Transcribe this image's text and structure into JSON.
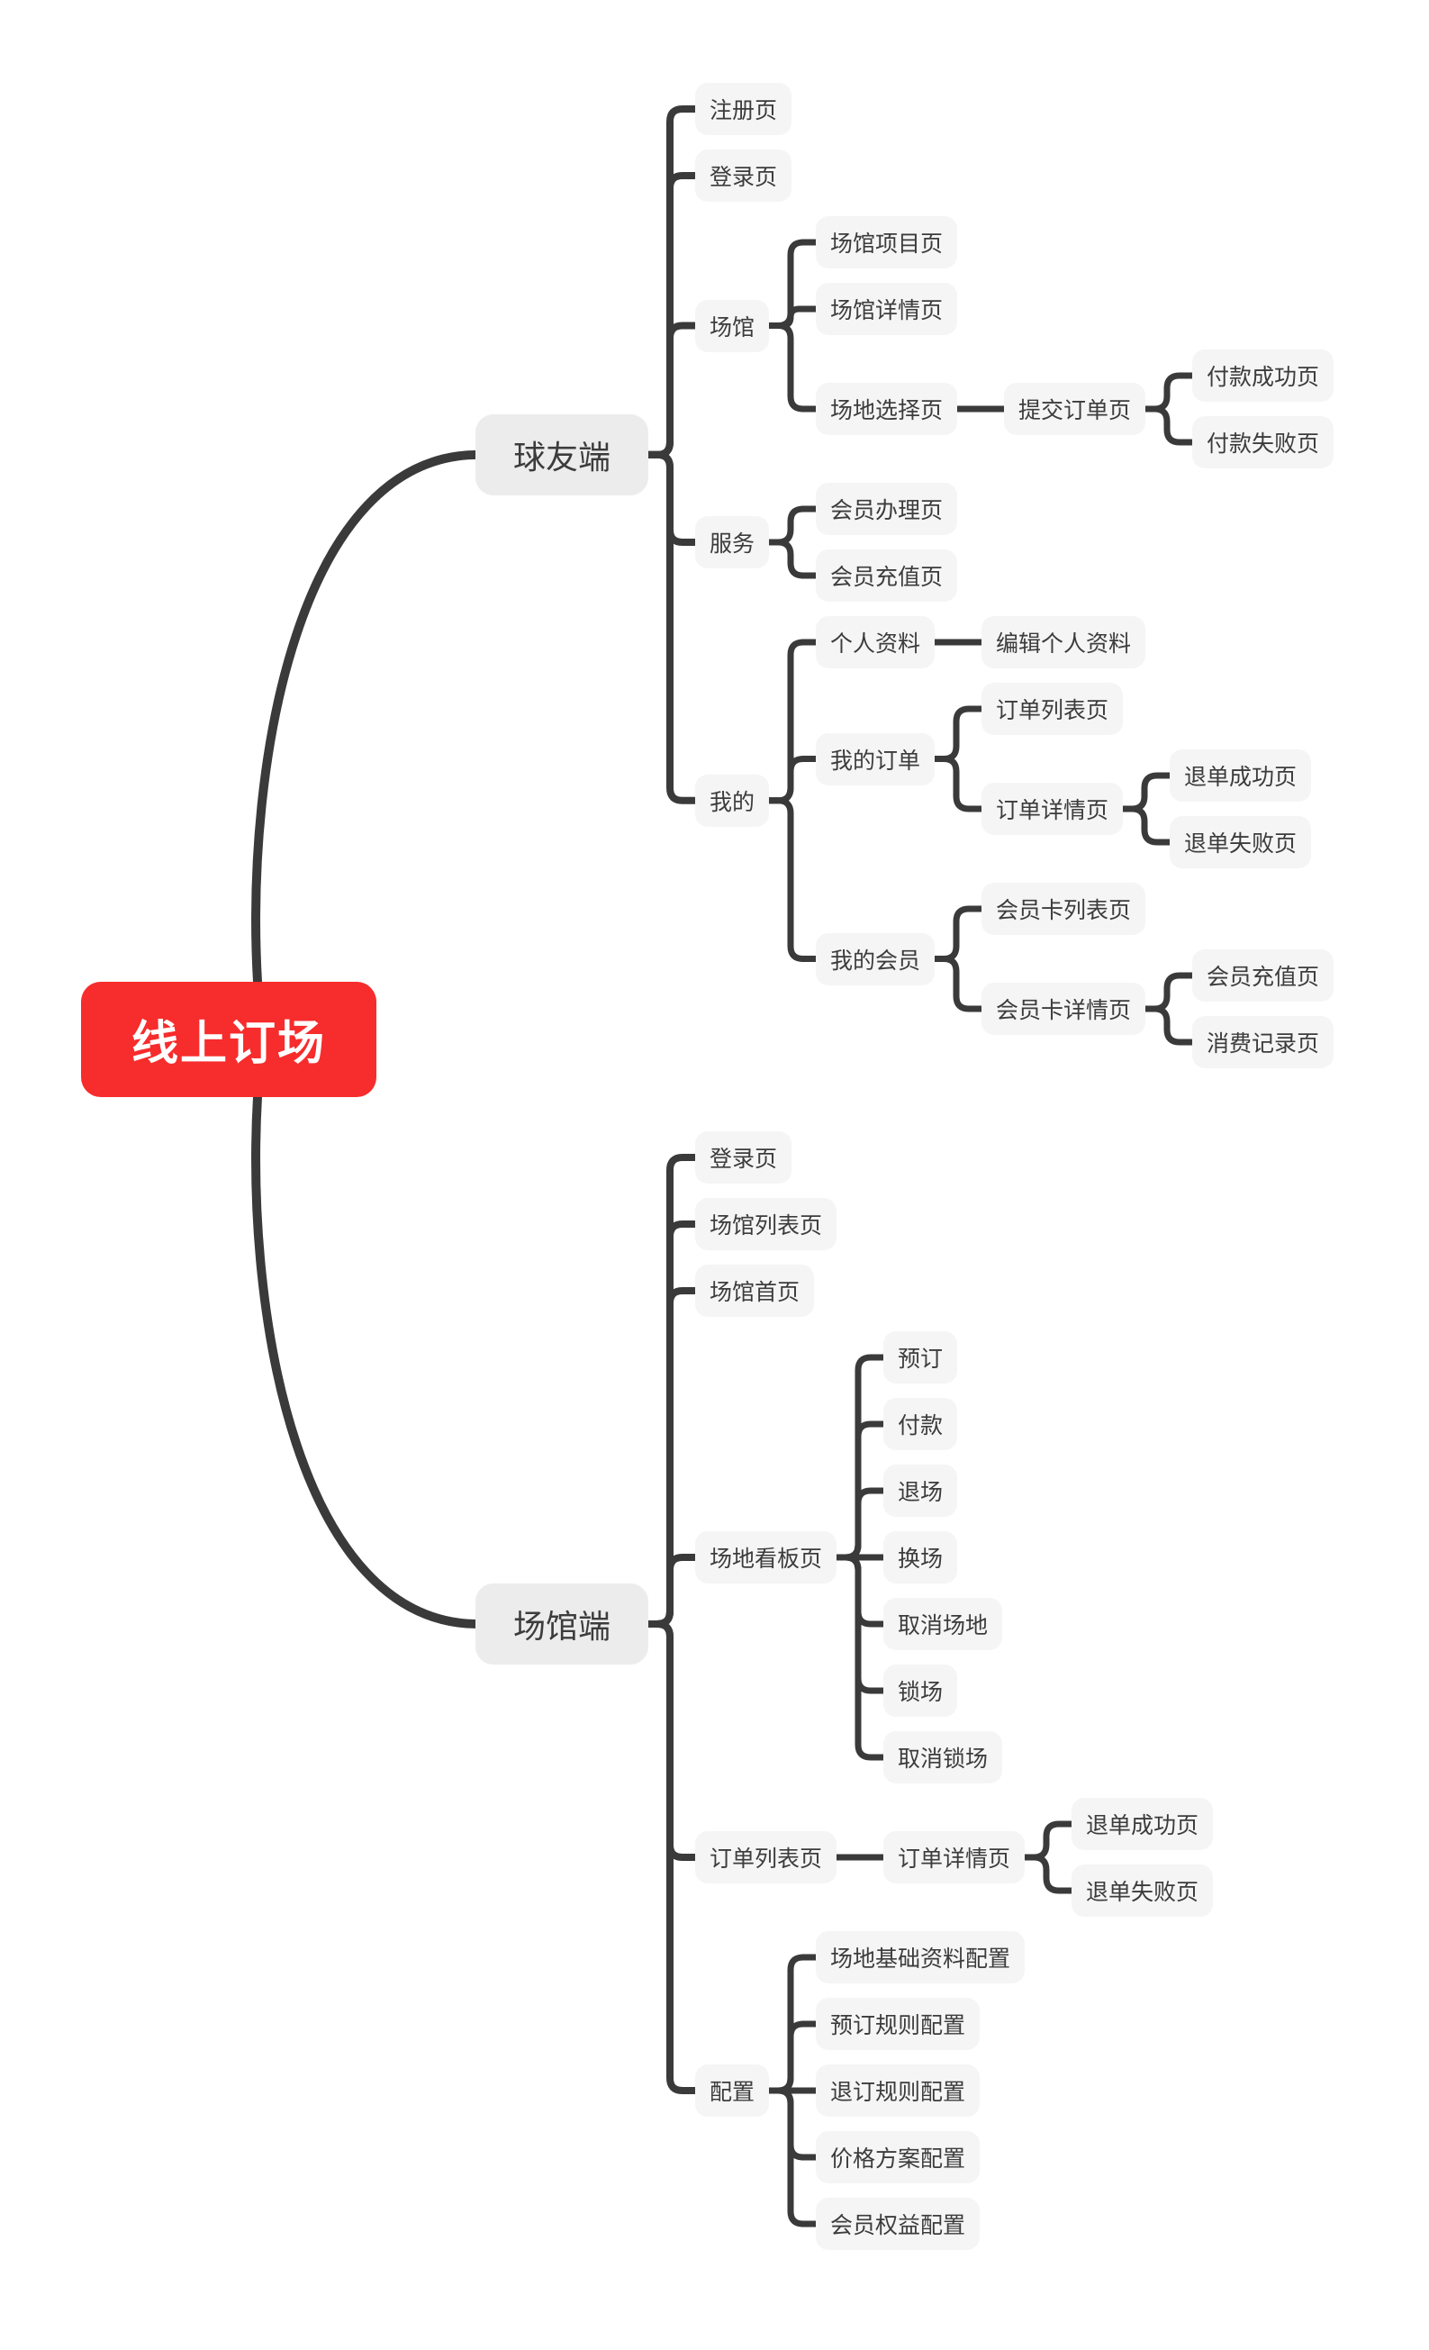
{
  "colors": {
    "root_bg": "#f72c2c",
    "root_text": "#ffffff",
    "branch_bg": "#ececec",
    "node_bg": "#f5f5f6",
    "node_text": "#3c3c3c",
    "line": "#3a3a3a"
  },
  "mindmap": {
    "root": {
      "label": "线上订场",
      "children": [
        {
          "label": "球友端",
          "children": [
            {
              "label": "注册页"
            },
            {
              "label": "登录页"
            },
            {
              "label": "场馆",
              "children": [
                {
                  "label": "场馆项目页"
                },
                {
                  "label": "场馆详情页"
                },
                {
                  "label": "场地选择页",
                  "children": [
                    {
                      "label": "提交订单页",
                      "children": [
                        {
                          "label": "付款成功页"
                        },
                        {
                          "label": "付款失败页"
                        }
                      ]
                    }
                  ]
                }
              ]
            },
            {
              "label": "服务",
              "children": [
                {
                  "label": "会员办理页"
                },
                {
                  "label": "会员充值页"
                }
              ]
            },
            {
              "label": "我的",
              "children": [
                {
                  "label": "个人资料",
                  "children": [
                    {
                      "label": "编辑个人资料"
                    }
                  ]
                },
                {
                  "label": "我的订单",
                  "children": [
                    {
                      "label": "订单列表页"
                    },
                    {
                      "label": "订单详情页",
                      "children": [
                        {
                          "label": "退单成功页"
                        },
                        {
                          "label": "退单失败页"
                        }
                      ]
                    }
                  ]
                },
                {
                  "label": "我的会员",
                  "children": [
                    {
                      "label": "会员卡列表页"
                    },
                    {
                      "label": "会员卡详情页",
                      "children": [
                        {
                          "label": "会员充值页"
                        },
                        {
                          "label": "消费记录页"
                        }
                      ]
                    }
                  ]
                }
              ]
            }
          ]
        },
        {
          "label": "场馆端",
          "children": [
            {
              "label": "登录页"
            },
            {
              "label": "场馆列表页"
            },
            {
              "label": "场馆首页"
            },
            {
              "label": "场地看板页",
              "children": [
                {
                  "label": "预订"
                },
                {
                  "label": "付款"
                },
                {
                  "label": "退场"
                },
                {
                  "label": "换场"
                },
                {
                  "label": "取消场地"
                },
                {
                  "label": "锁场"
                },
                {
                  "label": "取消锁场"
                }
              ]
            },
            {
              "label": "订单列表页",
              "children": [
                {
                  "label": "订单详情页",
                  "children": [
                    {
                      "label": "退单成功页"
                    },
                    {
                      "label": "退单失败页"
                    }
                  ]
                }
              ]
            },
            {
              "label": "配置",
              "children": [
                {
                  "label": "场地基础资料配置"
                },
                {
                  "label": "预订规则配置"
                },
                {
                  "label": "退订规则配置"
                },
                {
                  "label": "价格方案配置"
                },
                {
                  "label": "会员权益配置"
                }
              ]
            }
          ]
        }
      ]
    }
  }
}
